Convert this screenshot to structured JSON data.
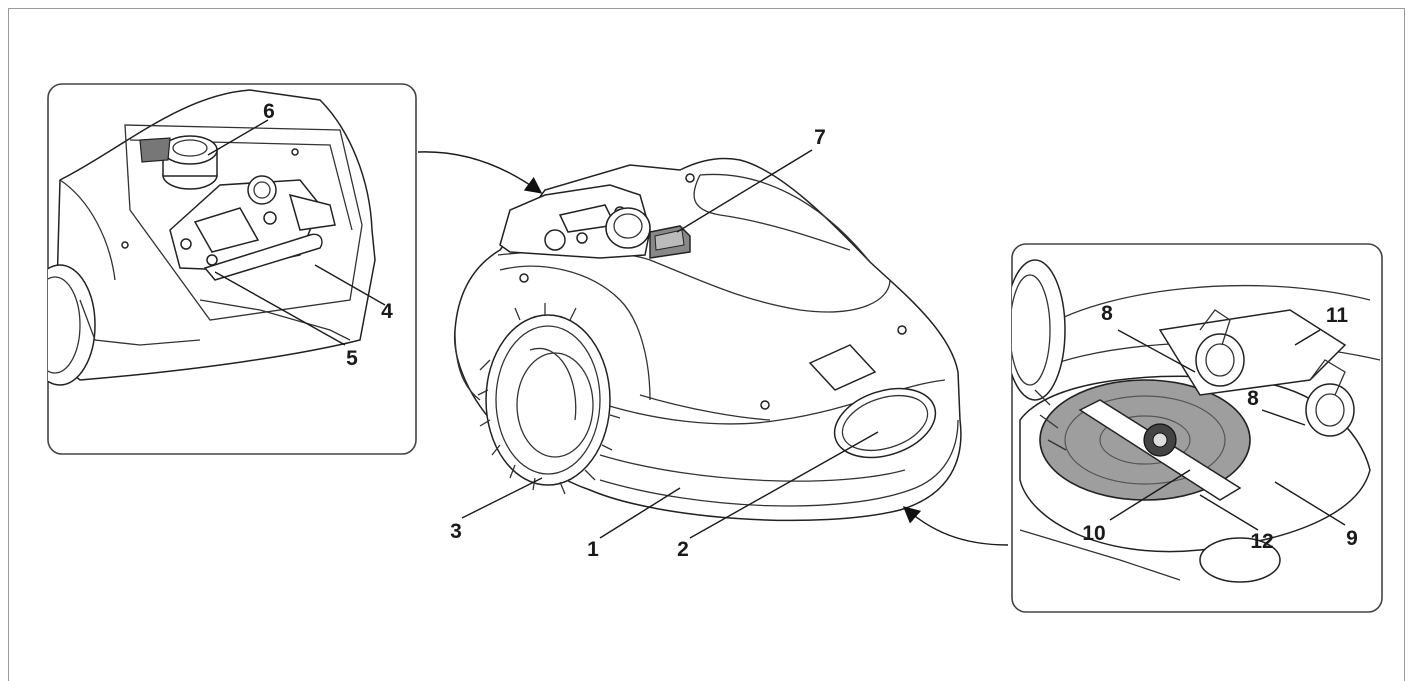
{
  "callouts": {
    "c1": "1",
    "c2": "2",
    "c3": "3",
    "c4": "4",
    "c5": "5",
    "c6": "6",
    "c7": "7",
    "c8a": "8",
    "c8b": "8",
    "c9": "9",
    "c10": "10",
    "c11": "11",
    "c12": "12"
  },
  "colors": {
    "line": "#1a1a1a",
    "frame": "#9a9a9a",
    "disc": "#9e9e9e",
    "panel_border": "#444444"
  }
}
